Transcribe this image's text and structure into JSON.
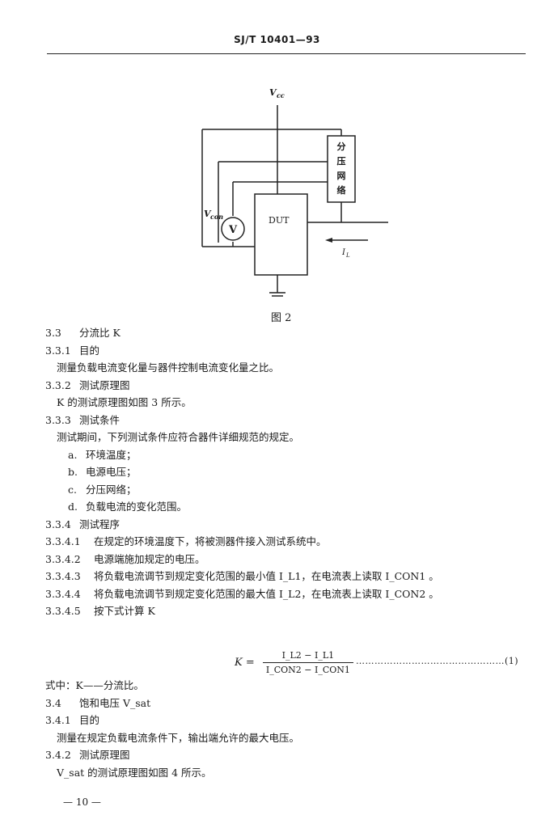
{
  "header": "SJ/T 10401—93",
  "figure": {
    "labels": {
      "vcc": "V",
      "vcc_sub": "cc",
      "vcon": "V",
      "vcon_sub": "con",
      "meter": "V",
      "dut": "DUT",
      "divider_chars": [
        "分",
        "压",
        "网",
        "络"
      ],
      "load_current": "I",
      "load_current_sub": "L"
    },
    "caption": "图 2"
  },
  "lines": [
    {
      "num": "3.3",
      "text": "分流比 K",
      "indent": 0
    },
    {
      "num": "3.3.1",
      "text": "目的",
      "indent": 0
    },
    {
      "num": "",
      "text": "测量负载电流变化量与器件控制电流变化量之比。",
      "indent": 1
    },
    {
      "num": "3.3.2",
      "text": "测试原理图",
      "indent": 0
    },
    {
      "num": "",
      "text": "K 的测试原理图如图 3 所示。",
      "indent": 1
    },
    {
      "num": "3.3.3",
      "text": "测试条件",
      "indent": 0
    },
    {
      "num": "",
      "text": "测试期间，下列测试条件应符合器件详细规范的规定。",
      "indent": 1
    },
    {
      "num": "a.",
      "text": "环境温度；",
      "indent": 2
    },
    {
      "num": "b.",
      "text": "电源电压；",
      "indent": 2
    },
    {
      "num": "c.",
      "text": "分压网络；",
      "indent": 2
    },
    {
      "num": "d.",
      "text": "负载电流的变化范围。",
      "indent": 2
    },
    {
      "num": "3.3.4",
      "text": "测试程序",
      "indent": 0
    },
    {
      "num": "3.3.4.1",
      "text": "在规定的环境温度下，将被测器件接入测试系统中。",
      "indent": 0
    },
    {
      "num": "3.3.4.2",
      "text": "电源端施加规定的电压。",
      "indent": 0
    },
    {
      "num": "3.3.4.3",
      "text": "将负载电流调节到规定变化范围的最小值 I_L1，在电流表上读取 I_CON1 。",
      "indent": 0
    },
    {
      "num": "3.3.4.4",
      "text": "将负载电流调节到规定变化范围的最大值 I_L2，在电流表上读取 I_CON2 。",
      "indent": 0
    },
    {
      "num": "3.3.4.5",
      "text": "按下式计算 K",
      "indent": 0
    }
  ],
  "formula": {
    "lhs": "K =",
    "numerator": "I_L2 − I_L1",
    "denominator": "I_CON2 − I_CON1",
    "eq_number": "…………………………………………(1)"
  },
  "lines_after": [
    {
      "num": "",
      "text": "式中：K——分流比。",
      "indent": 0
    },
    {
      "num": "3.4",
      "text": "饱和电压 V_sat",
      "indent": 0
    },
    {
      "num": "3.4.1",
      "text": "目的",
      "indent": 0
    },
    {
      "num": "",
      "text": "测量在规定负载电流条件下，输出端允许的最大电压。",
      "indent": 1
    },
    {
      "num": "3.4.2",
      "text": "测试原理图",
      "indent": 0
    },
    {
      "num": "",
      "text": "V_sat 的测试原理图如图 4 所示。",
      "indent": 1
    }
  ],
  "footer": "— 10 —"
}
